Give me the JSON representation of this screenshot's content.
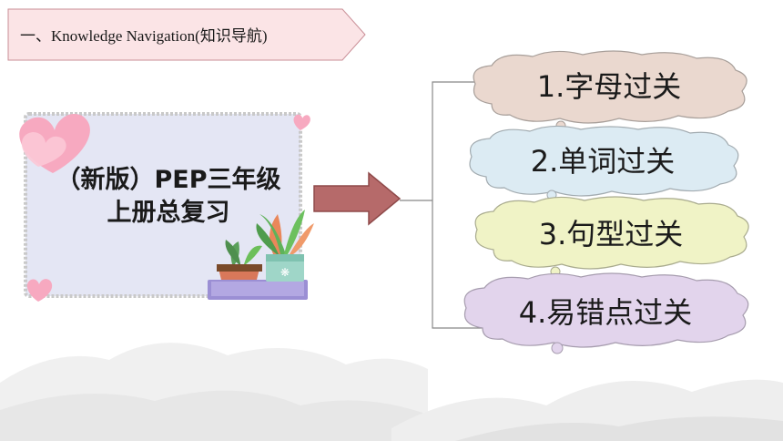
{
  "header": {
    "title": "一、Knowledge Navigation(知识导航)"
  },
  "card": {
    "line1": "（新版）PEP三年级",
    "line2": "上册总复习"
  },
  "topics": [
    {
      "label": "1.字母过关",
      "color": "#ead8cf"
    },
    {
      "label": "2.单词过关",
      "color": "#dcebf3"
    },
    {
      "label": "3.句型过关",
      "color": "#f0f3c6"
    },
    {
      "label": "4.易错点过关",
      "color": "#e2d4ec"
    }
  ],
  "colors": {
    "tag_fill": "#fbe4e6",
    "card_fill": "#e4e6f4",
    "arrow_fill": "#b66a6a",
    "heart": "#f7a9c0"
  }
}
